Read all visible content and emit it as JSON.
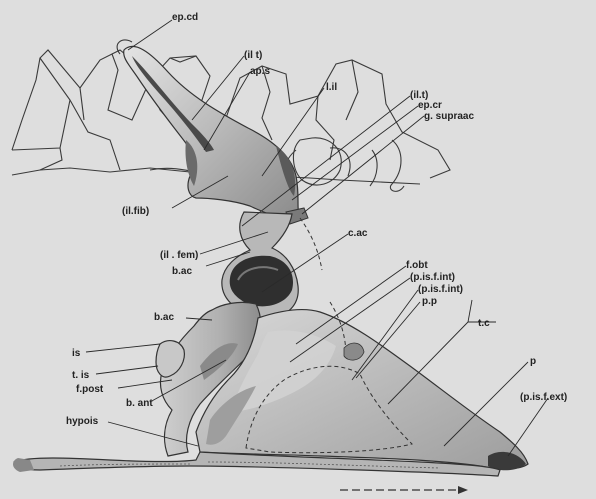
{
  "labels": {
    "ep_cd": "ep.cd",
    "il_t_top": "(il t)",
    "ap_s": "ap.s",
    "l_il": "l.il",
    "il_t_right": "(il.t)",
    "ep_cr": "ep.cr",
    "g_supraac": "g. supraac",
    "il_fib": "(il.fib)",
    "c_ac": "c.ac",
    "il_fem": "(il . fem)",
    "b_ac_top": "b.ac",
    "f_obt": "f.obt",
    "p_is_f_int_1": "(p.is.f.int)",
    "p_is_f_int_2": "(p.is.f.int)",
    "p_p": "p.p",
    "b_ac_mid": "b.ac",
    "t_c": "t.c",
    "is": "is",
    "t_is": "t. is",
    "f_post": "f.post",
    "p": "p",
    "b_ant": "b. ant",
    "p_is_f_ext": "(p.is.f.ext)",
    "hypois": "hypois"
  },
  "colors": {
    "background": "#dedede",
    "bone_light": "#c4c4c4",
    "bone_mid": "#9a9a9a",
    "bone_dark": "#555555",
    "acetabulum": "#2f2f2f",
    "ink": "#222222"
  }
}
